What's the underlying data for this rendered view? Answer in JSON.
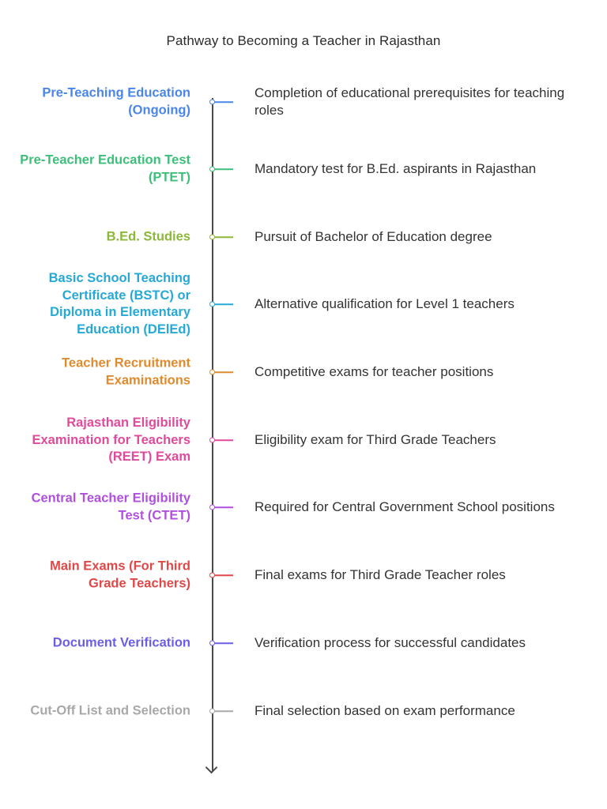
{
  "title": "Pathway to Becoming a Teacher in Rajasthan",
  "steps": [
    {
      "label": "Pre-Teaching Education (Ongoing)",
      "description": "Completion of educational prerequisites for teaching roles",
      "color": "#4a86e8"
    },
    {
      "label": "Pre-Teacher Education Test (PTET)",
      "description": "Mandatory test for B.Ed. aspirants in Rajasthan",
      "color": "#3dbf7a"
    },
    {
      "label": "B.Ed. Studies",
      "description": "Pursuit of Bachelor of Education degree",
      "color": "#8bb83a"
    },
    {
      "label": "Basic School Teaching Certificate (BSTC) or Diploma in Elementary Education (DElEd)",
      "description": "Alternative qualification for Level 1 teachers",
      "color": "#26a9d6"
    },
    {
      "label": "Teacher Recruitment Examinations",
      "description": "Competitive exams for teacher positions",
      "color": "#e08a2e"
    },
    {
      "label": "Rajasthan Eligibility Examination for Teachers (REET) Exam",
      "description": "Eligibility exam for Third Grade Teachers",
      "color": "#e04a9c"
    },
    {
      "label": "Central Teacher Eligibility Test (CTET)",
      "description": "Required for Central Government School positions",
      "color": "#b04fe0"
    },
    {
      "label": "Main Exams (For Third Grade Teachers)",
      "description": "Final exams for Third Grade Teacher roles",
      "color": "#e04848"
    },
    {
      "label": "Document Verification",
      "description": "Verification process for successful candidates",
      "color": "#6a5ee8"
    },
    {
      "label": "Cut-Off List and Selection",
      "description": "Final selection based on exam performance",
      "color": "#a8a8a8"
    }
  ]
}
